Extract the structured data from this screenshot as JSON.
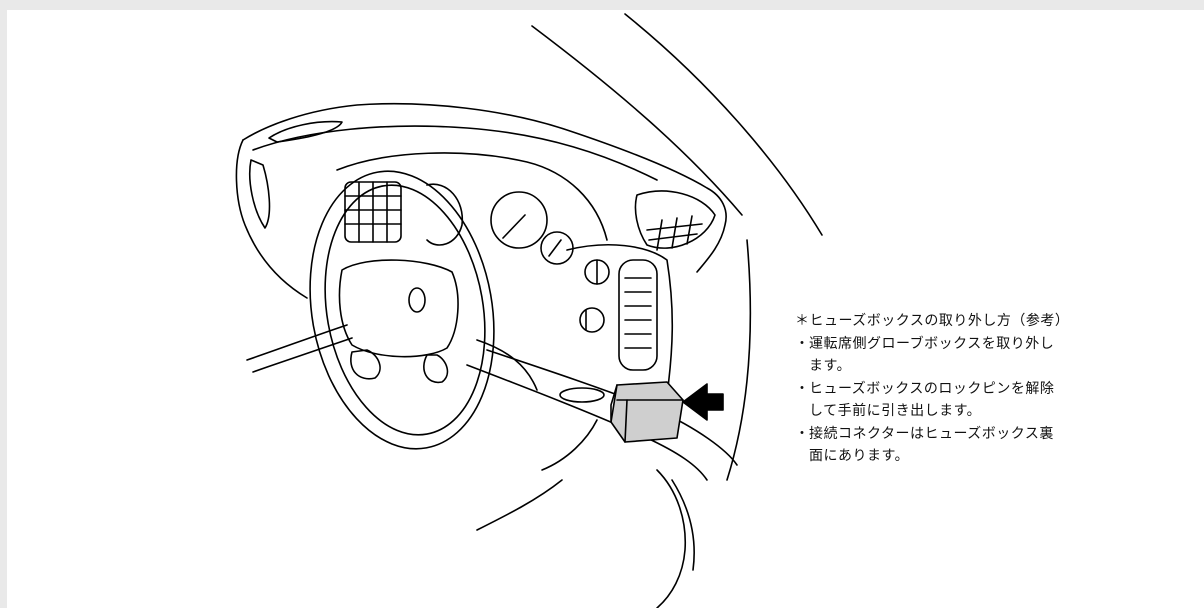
{
  "notes": {
    "title": "＊ヒューズボックスの取り外し方（参考）",
    "bullet": "・",
    "items": [
      {
        "line1": "運転席側グローブボックスを取り外し",
        "line2": "ます。"
      },
      {
        "line1": "ヒューズボックスのロックピンを解除",
        "line2": "して手前に引き出します。"
      },
      {
        "line1": "接続コネクターはヒューズボックス裏",
        "line2": "面にあります。"
      }
    ]
  },
  "colors": {
    "background": "#e9e9e9",
    "paper": "#ffffff",
    "line": "#000000",
    "fuse_box_fill": "#cfcfcf"
  },
  "icons": [
    "pointer-arrow-icon"
  ]
}
